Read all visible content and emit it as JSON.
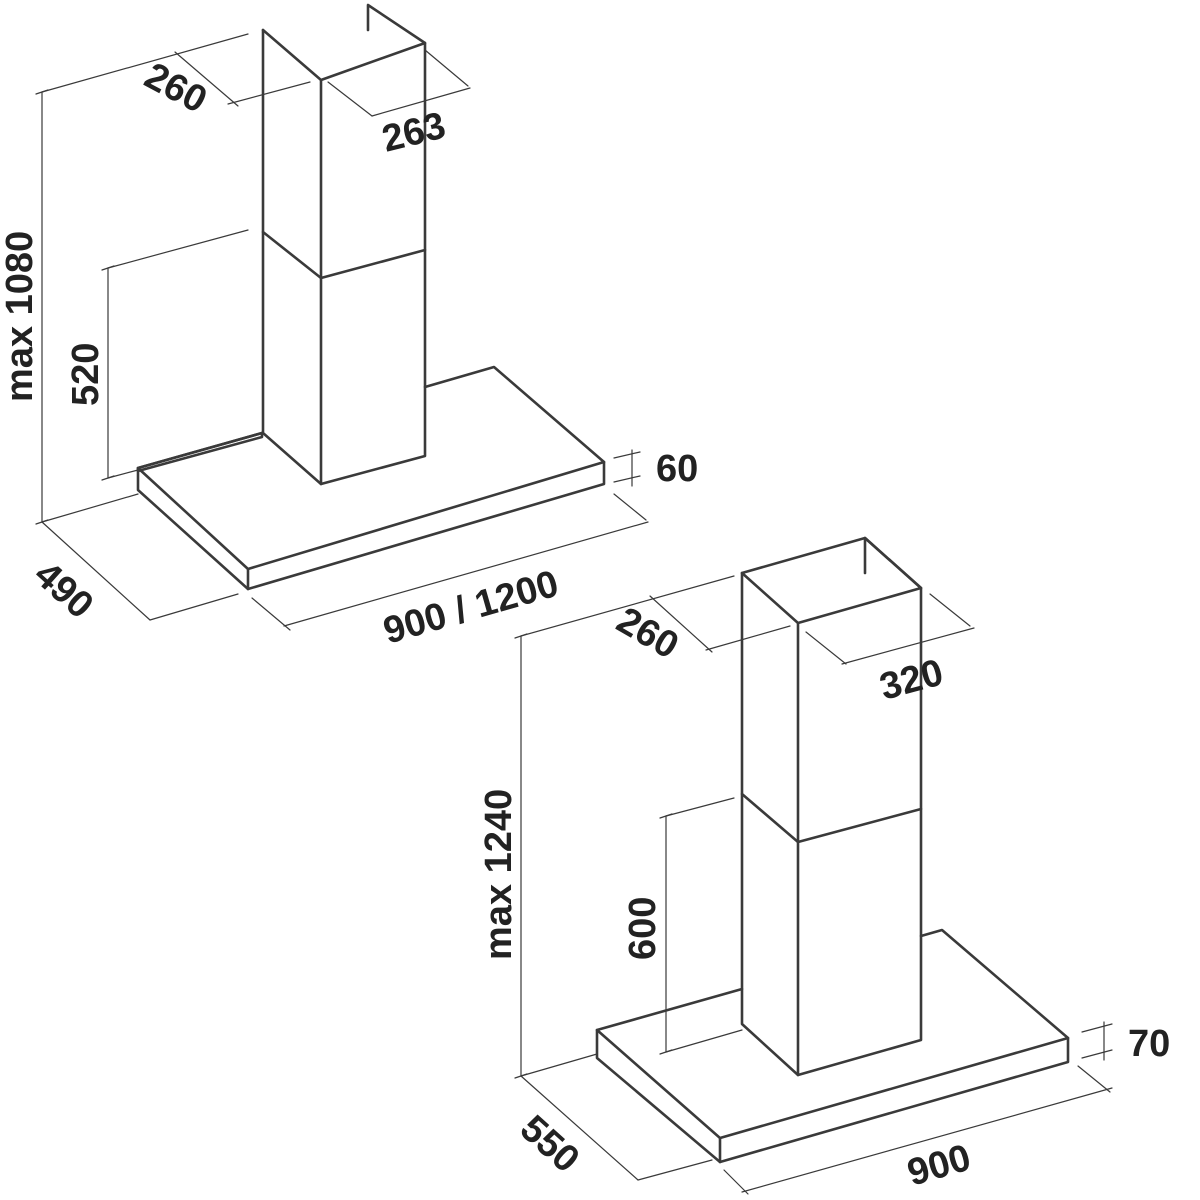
{
  "diagram_a": {
    "dimensions": {
      "duct_depth": "260",
      "duct_width": "263",
      "max_height": "max 1080",
      "min_duct_height": "520",
      "canopy_thickness": "60",
      "canopy_depth": "490",
      "canopy_width": "900 / 1200"
    }
  },
  "diagram_b": {
    "dimensions": {
      "duct_depth": "260",
      "duct_width": "320",
      "max_height": "max 1240",
      "min_duct_height": "600",
      "canopy_thickness": "70",
      "canopy_depth": "550",
      "canopy_width": "900"
    }
  },
  "colors": {
    "line": "#3a3a3a",
    "text": "#222222",
    "background": "#ffffff"
  }
}
